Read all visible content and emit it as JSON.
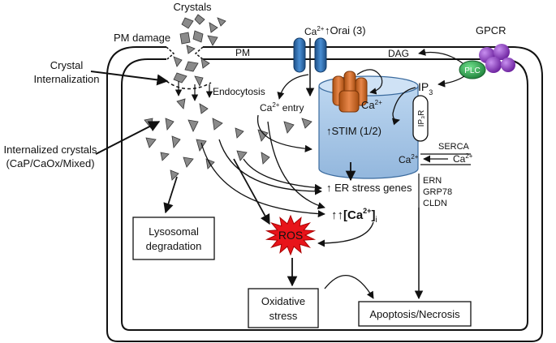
{
  "labels": {
    "crystals": "Crystals",
    "pm_damage": "PM damage",
    "crystal_internalization_1": "Crystal",
    "crystal_internalization_2": "Internalization",
    "pm": "PM",
    "endocytosis": "Endocytosis",
    "internalized_1": "Internalized crystals",
    "internalized_2": "(CaP/CaOx/Mixed)",
    "ca_top_base": "Ca",
    "ca_top_sup": "2+",
    "orai": "↑Orai (3)",
    "dag": "DAG",
    "gpcr": "GPCR",
    "plc": "PLC",
    "ip3_base": "IP",
    "ip3_sub": "3",
    "ip3r": "IP₃R",
    "ca_er_base": "Ca",
    "ca_er_sup": "2+",
    "ca_entry_base": "Ca",
    "ca_entry_sup": "2+",
    "ca_entry_tail": " entry",
    "stim": "↑STIM (1/2)",
    "serca": "SERCA",
    "ca_serca_left_base": "Ca",
    "ca_serca_left_sup": "2+",
    "ca_serca_right_base": "Ca",
    "ca_serca_right_sup": "2+",
    "er_stress": "↑ ER stress genes",
    "erngrp_1": "ERN",
    "erngrp_2": "GRP78",
    "erngrp_3": "CLDN",
    "ca_i_arrows": "↑↑",
    "ca_i_bracket": "[Ca",
    "ca_i_sup": "2+",
    "ca_i_close": "]",
    "ca_i_sub": "i",
    "ros": "ROS",
    "lysosomal_1": "Lysosomal",
    "lysosomal_2": "degradation",
    "oxidative_1": "Oxidative",
    "oxidative_2": "stress",
    "apoptosis": "Apoptosis/Necrosis"
  },
  "colors": {
    "er_fill": "#a9c8e8",
    "orai": "#2e6aa8",
    "stim": "#d2691e",
    "gpcr": "#8a3bbf",
    "plc": "#2fa84f",
    "ros": "#e8141a",
    "crystal": "#8a8a8a"
  }
}
